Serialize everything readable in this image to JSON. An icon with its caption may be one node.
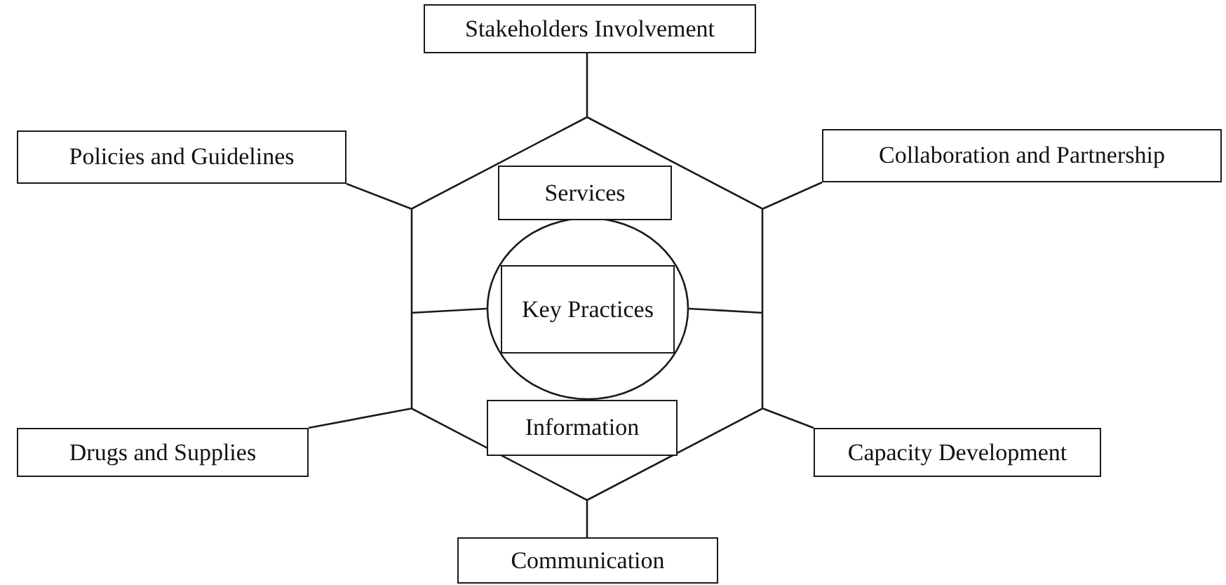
{
  "diagram": {
    "nodes": [
      {
        "text": [
          "Stakeholders Involvement"
        ]
      },
      {
        "text": [
          "Policies and Guidelines"
        ]
      },
      {
        "text": [
          "Collaboration and Partnership"
        ]
      },
      {
        "text": [],
        "shape": "hexagon"
      },
      {
        "text": [
          "Services"
        ],
        "in": 3
      },
      {
        "text": [],
        "shape": "circle",
        "in": 3
      },
      {
        "text": [
          "Key Practices"
        ],
        "in": 5
      },
      {
        "text": [
          "Information"
        ],
        "in": 3
      },
      {
        "text": [
          "Drugs and Supplies"
        ]
      },
      {
        "text": [
          "Capacity Development"
        ]
      },
      {
        "text": [
          "Communication"
        ]
      }
    ],
    "edges": [
      {
        "from": 0,
        "to": 3,
        "arrow": "none"
      },
      {
        "from": 1,
        "to": 3,
        "arrow": "none"
      },
      {
        "from": 2,
        "to": 3,
        "arrow": "none"
      },
      {
        "from": 3,
        "to": 5,
        "arrow": "none"
      },
      {
        "from": 3,
        "to": 5,
        "arrow": "none"
      },
      {
        "from": 8,
        "to": 3,
        "arrow": "none"
      },
      {
        "from": 9,
        "to": 3,
        "arrow": "none"
      },
      {
        "from": 10,
        "to": 3,
        "arrow": "none"
      }
    ]
  }
}
